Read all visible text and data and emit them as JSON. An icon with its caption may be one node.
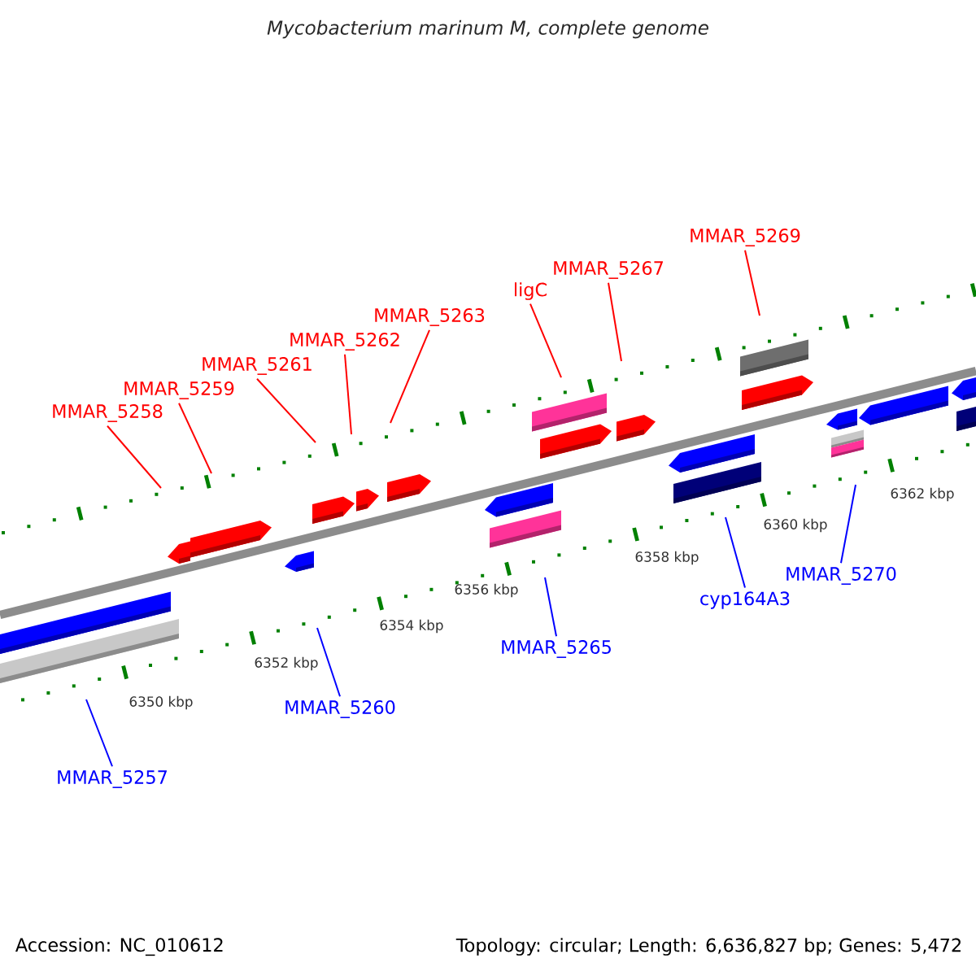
{
  "diagram": {
    "title": "Mycobacterium marinum M, complete genome",
    "nodes": [
      {
        "text": [
          "MMAR_5258"
        ]
      },
      {
        "text": [
          "MMAR_5259"
        ]
      },
      {
        "text": [
          "MMAR_5261"
        ]
      },
      {
        "text": [
          "MMAR_5262"
        ]
      },
      {
        "text": [
          "MMAR_5263"
        ]
      },
      {
        "text": [
          "ligC"
        ]
      },
      {
        "text": [
          "MMAR_5267"
        ]
      },
      {
        "text": [
          "MMAR_5269"
        ]
      },
      {
        "text": [
          "MMAR_5257"
        ]
      },
      {
        "text": [
          "MMAR_5260"
        ]
      },
      {
        "text": [
          "MMAR_5265"
        ]
      },
      {
        "text": [
          "cyp164A3"
        ]
      },
      {
        "text": [
          "MMAR_5270"
        ]
      }
    ],
    "edges": [
      {
        "from": 0,
        "to": null,
        "arrow": "none",
        "color": "#ff0000"
      },
      {
        "from": 1,
        "to": null,
        "arrow": "none",
        "color": "#ff0000"
      },
      {
        "from": 2,
        "to": null,
        "arrow": "none",
        "color": "#ff0000"
      },
      {
        "from": 3,
        "to": null,
        "arrow": "none",
        "color": "#ff0000"
      },
      {
        "from": 4,
        "to": null,
        "arrow": "none",
        "color": "#ff0000"
      },
      {
        "from": 5,
        "to": null,
        "arrow": "none",
        "color": "#ff0000"
      },
      {
        "from": 6,
        "to": null,
        "arrow": "none",
        "color": "#ff0000"
      },
      {
        "from": 7,
        "to": null,
        "arrow": "none",
        "color": "#ff0000"
      },
      {
        "from": 8,
        "to": null,
        "arrow": "none",
        "color": "#0000ff"
      },
      {
        "from": 9,
        "to": null,
        "arrow": "none",
        "color": "#0000ff"
      },
      {
        "from": 10,
        "to": null,
        "arrow": "none",
        "color": "#0000ff"
      },
      {
        "from": 11,
        "to": null,
        "arrow": "none",
        "color": "#0000ff"
      },
      {
        "from": 12,
        "to": null,
        "arrow": "none",
        "color": "#0000ff"
      }
    ],
    "labels": [
      "6350 kbp",
      "6352 kbp",
      "6354 kbp",
      "6356 kbp",
      "6358 kbp",
      "6360 kbp",
      "6362 kbp",
      "Accession: NC_010612",
      "Topology: circular; Length: 6,636,827 bp; Genes: 5,472"
    ]
  }
}
